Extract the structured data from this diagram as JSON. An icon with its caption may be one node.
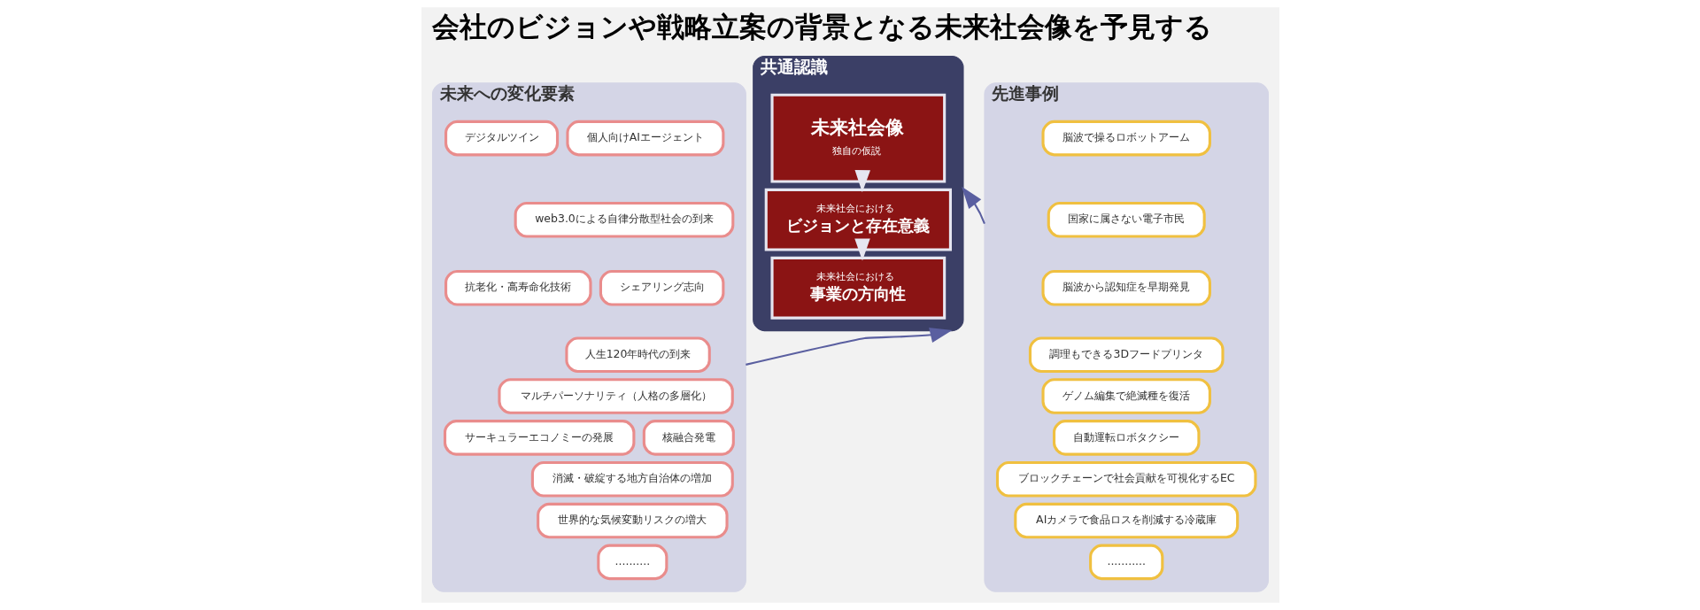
{
  "diagram": {
    "title": "会社のビジョンや戦略立案の背景となる未来社会像を予見する",
    "nodes": [
      {
        "text": [
          "未来への変化要素"
        ]
      },
      {
        "text": [
          "個人向けAIエージェント"
        ],
        "in": 0
      },
      {
        "text": [
          "デジタルツイン"
        ],
        "in": 0
      },
      {
        "text": [
          "web3.0による自律分散型社会の到来"
        ],
        "in": 0
      },
      {
        "text": [
          "シェアリング志向"
        ],
        "in": 0
      },
      {
        "text": [
          "抗老化・高寿命化技術"
        ],
        "in": 0
      },
      {
        "text": [
          "人生120年時代の到来"
        ],
        "in": 0
      },
      {
        "text": [
          "マルチパーソナリティ（人格の多層化）"
        ],
        "in": 0
      },
      {
        "text": [
          "核融合発電"
        ],
        "in": 0
      },
      {
        "text": [
          "サーキュラーエコノミーの発展"
        ],
        "in": 0
      },
      {
        "text": [
          "消滅・破綻する地方自治体の増加"
        ],
        "in": 0
      },
      {
        "text": [
          "世界的な気候変動リスクの増大"
        ],
        "in": 0
      },
      {
        "text": [
          ".........."
        ],
        "in": 0
      },
      {
        "text": [
          "共通認識"
        ]
      },
      {
        "text": [
          "未来社会像",
          "独自の仮説"
        ],
        "in": 13
      },
      {
        "text": [
          "未来社会における",
          "ビジョンと存在意義"
        ],
        "in": 13
      },
      {
        "text": [
          "未来社会における",
          "事業の方向性"
        ],
        "in": 13
      },
      {
        "text": [
          "先進事例"
        ]
      },
      {
        "text": [
          "脳波で操るロボットアーム"
        ],
        "in": 17
      },
      {
        "text": [
          "国家に属さない電子市民"
        ],
        "in": 17
      },
      {
        "text": [
          "脳波から認知症を早期発見"
        ],
        "in": 17
      },
      {
        "text": [
          "調理もできる3Dフードプリンタ"
        ],
        "in": 17
      },
      {
        "text": [
          "ゲノム編集で絶滅種を復活"
        ],
        "in": 17
      },
      {
        "text": [
          "自動運転ロボタクシー"
        ],
        "in": 17
      },
      {
        "text": [
          "ブロックチェーンで社会貢献を可視化するEC"
        ],
        "in": 17
      },
      {
        "text": [
          "AIカメラで食品ロスを削減する冷蔵庫"
        ],
        "in": 17
      },
      {
        "text": [
          "..........."
        ],
        "in": 17
      }
    ],
    "edges": [
      {
        "from": 0,
        "to": 13,
        "arrow": "to"
      },
      {
        "from": 17,
        "to": 13,
        "arrow": "to"
      },
      {
        "from": 14,
        "to": 15,
        "arrow": "to",
        "color": "#e6e6f0"
      },
      {
        "from": 15,
        "to": 16,
        "arrow": "to",
        "color": "#e6e6f0"
      }
    ]
  }
}
